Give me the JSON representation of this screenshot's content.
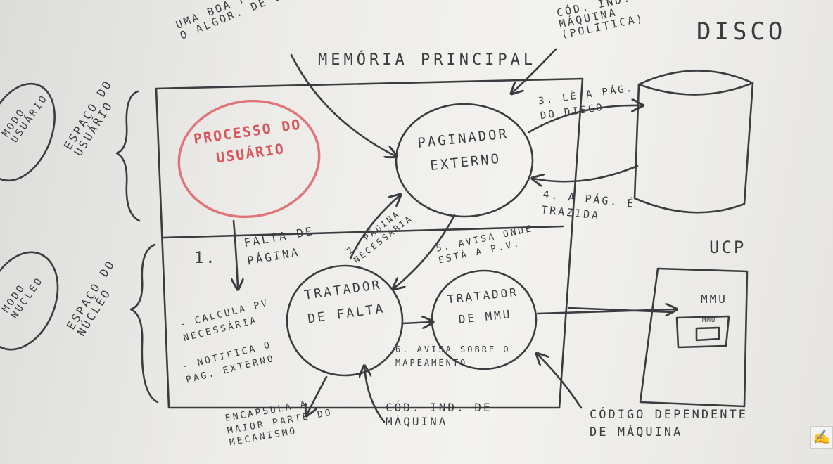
{
  "labels": {
    "disco": "DISCO",
    "memoria_principal": "MEMÓRIA PRINCIPAL",
    "boa_possibilidade": "UMA BOA POSSIBILIDADE DE COLOCAR O ALGOR. DE SUBST. DE PÁG.",
    "cod_ind_maquina_top": "CÓD. IND. DE MÁQUINA (POLÍTICA)",
    "espaco_usuario": "ESPAÇO DO USUÁRIO",
    "espaco_usuario_left": "MODO USUÁRIO",
    "espaco_nucleo": "ESPAÇO DO NÚCLEO",
    "espaco_nucleo_left": "MODO NÚCLEO",
    "processo_usuario": "PROCESSO DO USUÁRIO",
    "paginador_externo": "PAGINADOR EXTERNO",
    "le_pag_disco": "3. LÊ A PÁG. DO DISCO",
    "pag_trazida": "4. A PÁG. É TRAZIDA",
    "ucp": "UCP",
    "mmu_box": "MMU",
    "mmu_chip": "MMU",
    "step1": "1.",
    "falta_pagina": "FALTA DE PÁGINA",
    "pagina_necessaria": "2. PÁGINA NECESSÁRIA",
    "avisa_onde": "5. AVISA ONDE ESTÁ A P.V.",
    "tratador_falta": "TRATADOR DE FALTA",
    "tratador_mmu": "TRATADOR DE MMU",
    "calcula_pv": "- CALCULA PV NECESSÁRIA",
    "notifica": "- NOTIFICA O PAG. EXTERNO",
    "avisa_mapeamento": "6. AVISA SOBRE O MAPEAMENTO",
    "codigo_dependente": "CÓDIGO DEPENDENTE DE MÁQUINA",
    "encapsula": "ENCAPSULA A MAIOR PARTE DO MECANISMO",
    "cod_ind_maquina_bottom": "CÓD. IND. DE MÁQUINA"
  },
  "colors": {
    "ink": "#3b3b40",
    "red_marker": "#d9575c",
    "board": "#eeede9"
  }
}
